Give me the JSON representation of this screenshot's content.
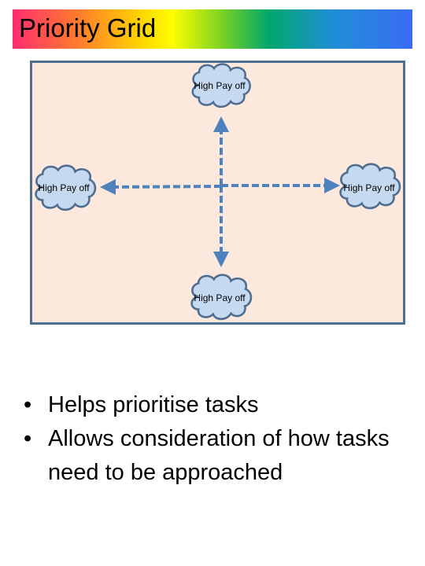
{
  "header": {
    "title": "Priority Grid"
  },
  "grid": {
    "clouds": {
      "top": "High Pay off",
      "left": "High Pay off",
      "right": "High Pay off",
      "bottom": "High Pay off"
    }
  },
  "bullets": [
    "Helps prioritise tasks",
    "Allows consideration of how tasks need to be approached"
  ],
  "colors": {
    "panel_fill": "#fce8dc",
    "panel_border": "#4f6d8f",
    "cloud_fill": "#c5d9f1",
    "cloud_stroke": "#4f6d8f",
    "arrow": "#4f81bd"
  }
}
